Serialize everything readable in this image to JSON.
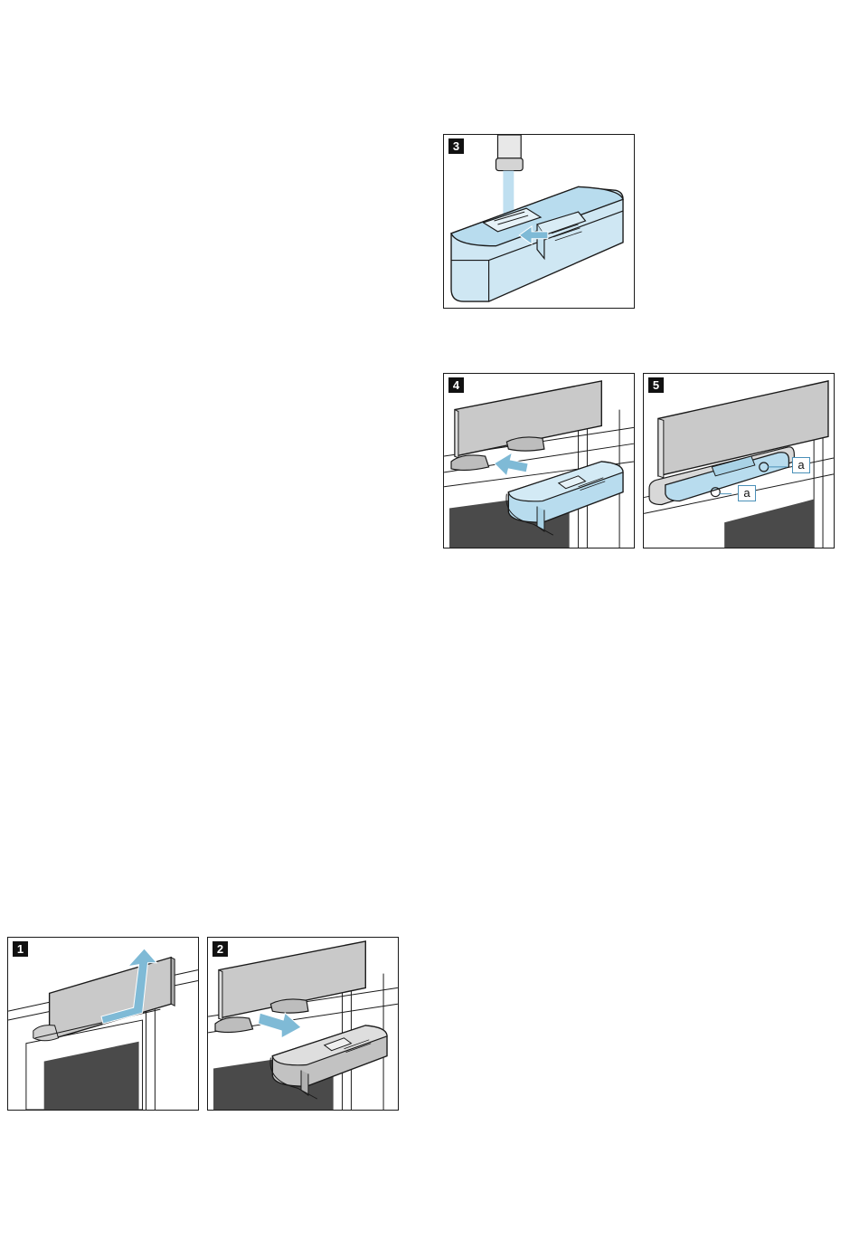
{
  "steps": [
    {
      "number": "1"
    },
    {
      "number": "2"
    },
    {
      "number": "3"
    },
    {
      "number": "4"
    },
    {
      "number": "5",
      "callout_label": "a"
    }
  ],
  "colors": {
    "water_blue": "#b8dcee",
    "arrow_blue": "#7fbad6",
    "outline": "#1a1a1a",
    "panel_grey": "#c9c9c9",
    "oven_dark": "#4a4a4a"
  }
}
